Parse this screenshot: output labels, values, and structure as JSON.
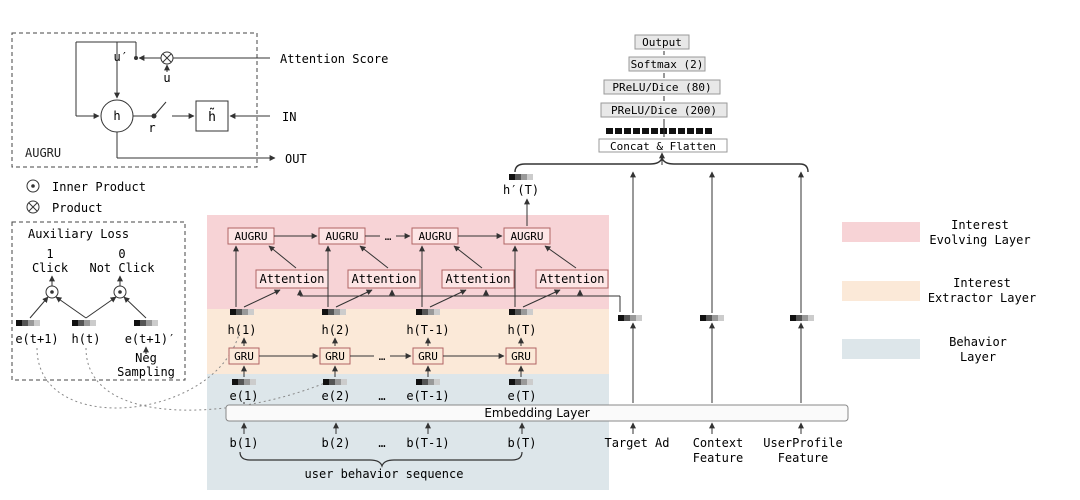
{
  "augru_inset": {
    "title": "AUGRU",
    "h": "h",
    "h_tilde": "h̃",
    "r": "r",
    "u": "u",
    "u_prime": "u′",
    "attention_score": "Attention Score",
    "in": "IN",
    "out": "OUT"
  },
  "legend_symbols": {
    "inner_product": "Inner Product",
    "product": "Product"
  },
  "aux_loss": {
    "title": "Auxiliary Loss",
    "one": "1",
    "click": "Click",
    "zero": "0",
    "not_click": "Not Click",
    "e_t1": "e(t+1)",
    "h_t": "h(t)",
    "e_t1_prime": "e(t+1)′",
    "neg": "Neg",
    "sampling": "Sampling"
  },
  "top_stack": {
    "output": "Output",
    "softmax": "Softmax (2)",
    "prelu80": "PReLU/Dice (80)",
    "prelu200": "PReLU/Dice (200)",
    "concat": "Concat & Flatten"
  },
  "main": {
    "h_prime_T": "h′(T)",
    "augru": "AUGRU",
    "attention": "Attention",
    "gru": "GRU",
    "dots": "…",
    "h1": "h(1)",
    "h2": "h(2)",
    "hT1": "h(T-1)",
    "hT": "h(T)",
    "e1": "e(1)",
    "e2": "e(2)",
    "eT1": "e(T-1)",
    "eT": "e(T)",
    "b1": "b(1)",
    "b2": "b(2)",
    "bT1": "b(T-1)",
    "bT": "b(T)",
    "embedding": "Embedding Layer",
    "user_seq": "user behavior sequence",
    "target_ad": "Target Ad",
    "context_1": "Context",
    "context_2": "Feature",
    "userprofile_1": "UserProfile",
    "userprofile_2": "Feature"
  },
  "layer_legend": {
    "interest_evolving_1": "Interest",
    "interest_evolving_2": "Evolving Layer",
    "interest_extractor_1": "Interest",
    "interest_extractor_2": "Extractor Layer",
    "behavior_1": "Behavior",
    "behavior_2": "Layer"
  },
  "colors": {
    "evolving": "#f7d3d6",
    "extractor": "#fbe9d8",
    "behavior": "#dde6ea",
    "box_stroke": "#b06464",
    "line": "#333333"
  }
}
